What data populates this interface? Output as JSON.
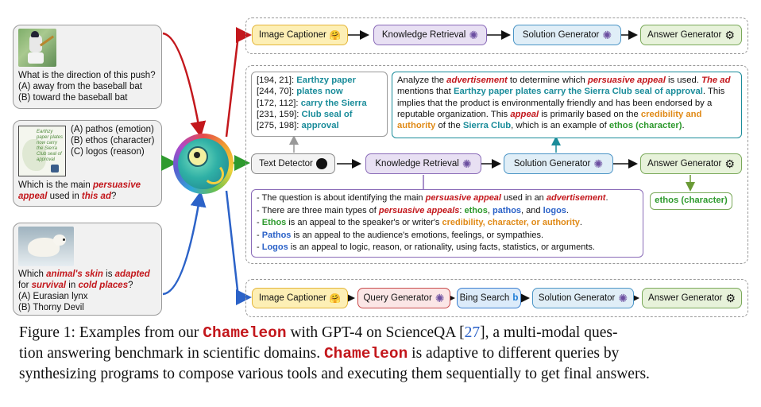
{
  "questions": {
    "q1": {
      "text": "What is the direction of this push?",
      "opt_a": "(A) away from the baseball bat",
      "opt_b": "(B) toward the baseball bat"
    },
    "q2": {
      "opt_a": "(A) pathos (emotion)",
      "opt_b": "(B) ethos (character)",
      "opt_c": "(C) logos (reason)",
      "thumb_text": "Earthzy paper plates now carry the Sierra Club seal of approval",
      "q_pre": "Which is the main ",
      "q_hl1": "persuasive",
      "q_hl2": "appeal",
      "q_mid": " used in ",
      "q_hl3": "this ad",
      "q_end": "?"
    },
    "q3": {
      "w1": "Which ",
      "hl1": "animal's skin",
      "w2": " is ",
      "hl2": "adapted",
      "w3": "for ",
      "hl3": "survival",
      "w4": " in ",
      "hl4": "cold places",
      "w5": "?",
      "opt_a": "(A) Eurasian lynx",
      "opt_b": "(B) Thorny Devil"
    }
  },
  "row1": {
    "tool1": "Image Captioner",
    "tool2": "Knowledge Retrieval",
    "tool3": "Solution Generator",
    "tool4": "Answer Generator"
  },
  "row2": {
    "tool1": "Text Detector",
    "tool2": "Knowledge Retrieval",
    "tool3": "Solution Generator",
    "tool4": "Answer Generator",
    "answer": "ethos (character)"
  },
  "row3": {
    "tool1": "Image Captioner",
    "tool2": "Query Generator",
    "tool3": "Bing Search",
    "tool4": "Solution Generator",
    "tool5": "Answer Generator"
  },
  "detector_output": [
    {
      "coord": "[194, 21]:",
      "text": "Earthzy paper"
    },
    {
      "coord": "[244, 70]:",
      "text": "plates now"
    },
    {
      "coord": "[172, 112]:",
      "text": "carry the Sierra"
    },
    {
      "coord": "[231, 159]:",
      "text": "Club seal of"
    },
    {
      "coord": "[275, 198]:",
      "text": "approval"
    }
  ],
  "solution": {
    "s1": "Analyze the ",
    "s2": "advertisement",
    "s3": " to determine which ",
    "s4": "persuasive appeal",
    "s5": " is used. ",
    "s6": "The ad",
    "s7": " mentions that ",
    "s8": "Earthzy paper plates carry the Sierra Club seal of approval",
    "s9": ". This implies that the product is environmentally friendly and has been endorsed by a reputable organization. This ",
    "s10": "appeal",
    "s11": " is primarily based on the ",
    "s12": "credibility and authority",
    "s13": " of the ",
    "s14": "Sierra Club",
    "s15": ", which is an example of ",
    "s16": "ethos (character)",
    "s17": "."
  },
  "knowledge": {
    "k1a": "- The question is about identifying the main ",
    "k1b": "persuasive appeal",
    "k1c": " used in an ",
    "k1d": "advertisement",
    "k1e": ".",
    "k2a": "- There are three main types of ",
    "k2b": "persuasive appeals",
    "k2c": ": ",
    "k2d": "ethos",
    "k2e": ", ",
    "k2f": "pathos",
    "k2g": ", and ",
    "k2h": "logos",
    "k2i": ".",
    "k3a": "- ",
    "k3b": "Ethos",
    "k3c": " is an appeal to the speaker's or writer's ",
    "k3d": "credibility, character, or authority",
    "k3e": ".",
    "k4a": "- ",
    "k4b": "Pathos",
    "k4c": " is an appeal to the audience's emotions, feelings, or sympathies.",
    "k5a": "- ",
    "k5b": "Logos",
    "k5c": " is an appeal to logic, reason, or rationality, using facts, statistics, or arguments."
  },
  "caption": {
    "c1": "Figure 1: Examples from our ",
    "name": "Chameleon",
    "c2": " with GPT-4 on ScienceQA [",
    "ref": "27",
    "c3": "], a multi-modal ques-",
    "c4": "tion answering benchmark in scientific domains. ",
    "c5": " is adaptive to different queries by",
    "c6": "synthesizing programs to compose various tools and executing them sequentially to get final answers."
  },
  "colors": {
    "red": "#c3171c",
    "teal": "#1a8c9a",
    "green": "#2e9a2e",
    "blue": "#2b62c8",
    "orange": "#e08a17"
  }
}
